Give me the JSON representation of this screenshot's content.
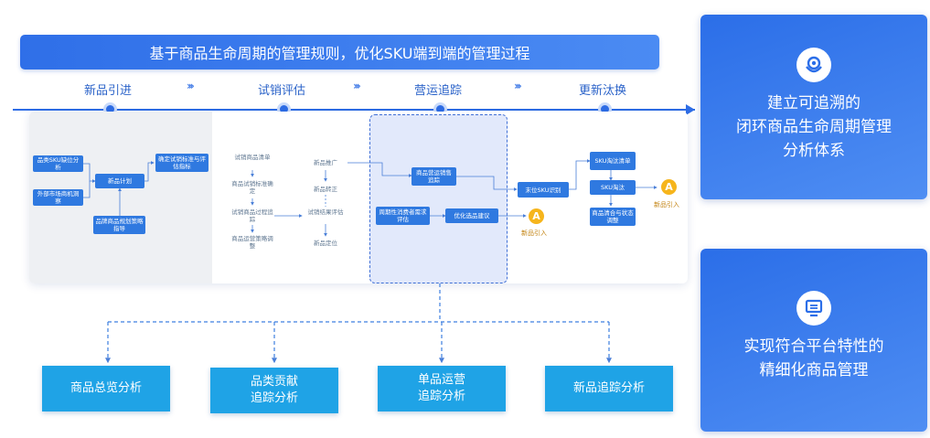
{
  "banner": {
    "title": "基于商品生命周期的管理规则，优化SKU端到端的管理过程"
  },
  "phases": [
    "新品引进",
    "试销评估",
    "营运追踪",
    "更新汰换"
  ],
  "nodes": {
    "n1": "品类SKU缺位分析",
    "n2": "外部市场商机洞察",
    "n3": "新品计划",
    "n4": "品牌商品规划策略指导",
    "n5": "确定试销标准与评估指标",
    "n6": "试销商品清单",
    "n7": "商品试销标准确定",
    "n8": "试销商品过程追踪",
    "n9": "商品运营策略调整",
    "n10": "新品推广",
    "n11": "新品转正",
    "n12": "试销结果评估",
    "n13": "新品定位",
    "n14": "商品营运销售追踪",
    "n15": "周期性消费者需求评估",
    "n16": "优化选品建议",
    "n17": "末位SKU识别",
    "n18": "SKU淘汰清单",
    "n19": "SKU淘汰",
    "n20": "商品清合与状态调整"
  },
  "badges": {
    "letter": "A",
    "label": "新品引入"
  },
  "bottom_boxes": [
    {
      "line1": "商品总览分析",
      "line2": ""
    },
    {
      "line1": "品类贡献",
      "line2": "追踪分析"
    },
    {
      "line1": "单品运营",
      "line2": "追踪分析"
    },
    {
      "line1": "新品追踪分析",
      "line2": ""
    }
  ],
  "cards": [
    {
      "lines": [
        "建立可追溯的",
        "闭环商品生命周期管理",
        "分析体系"
      ],
      "icon": "traceability-icon"
    },
    {
      "lines": [
        "实现符合平台特性的",
        "精细化商品管理"
      ],
      "icon": "monitor-icon"
    }
  ],
  "colors": {
    "primary": "#2e6de6",
    "node": "#2f79e0",
    "bottom": "#1fa3e6",
    "badge": "#f6b51c"
  }
}
